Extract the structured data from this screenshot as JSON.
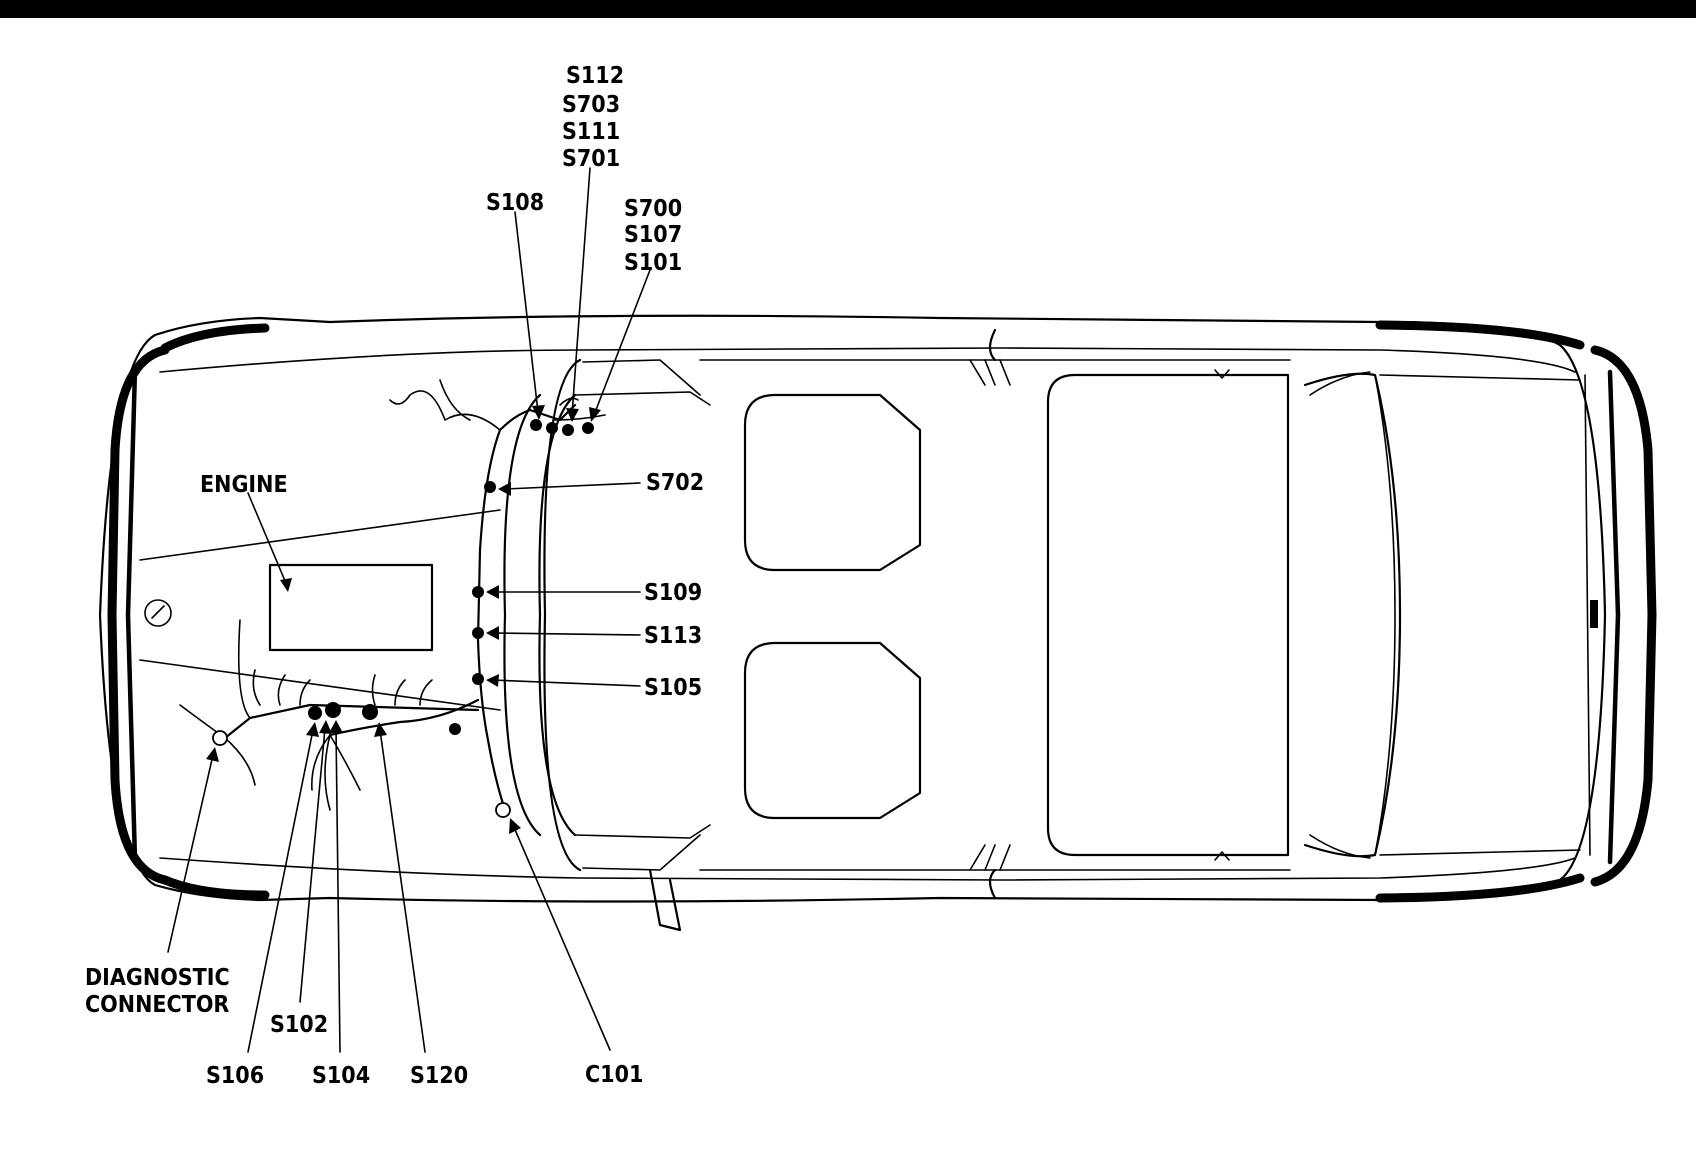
{
  "diagram": {
    "labels": {
      "engine": "ENGINE",
      "diagnostic_line1": "DIAGNOSTIC",
      "diagnostic_line2": "CONNECTOR",
      "s112": "S112",
      "s703": "S703",
      "s111": "S111",
      "s701": "S701",
      "s108": "S108",
      "s700": "S700",
      "s107": "S107",
      "s101": "S101",
      "s702": "S702",
      "s109": "S109",
      "s113": "S113",
      "s105": "S105",
      "s102": "S102",
      "s106": "S106",
      "s104": "S104",
      "s120": "S120",
      "c101": "C101"
    },
    "colors": {
      "ink": "#000000",
      "paper": "#ffffff"
    }
  }
}
